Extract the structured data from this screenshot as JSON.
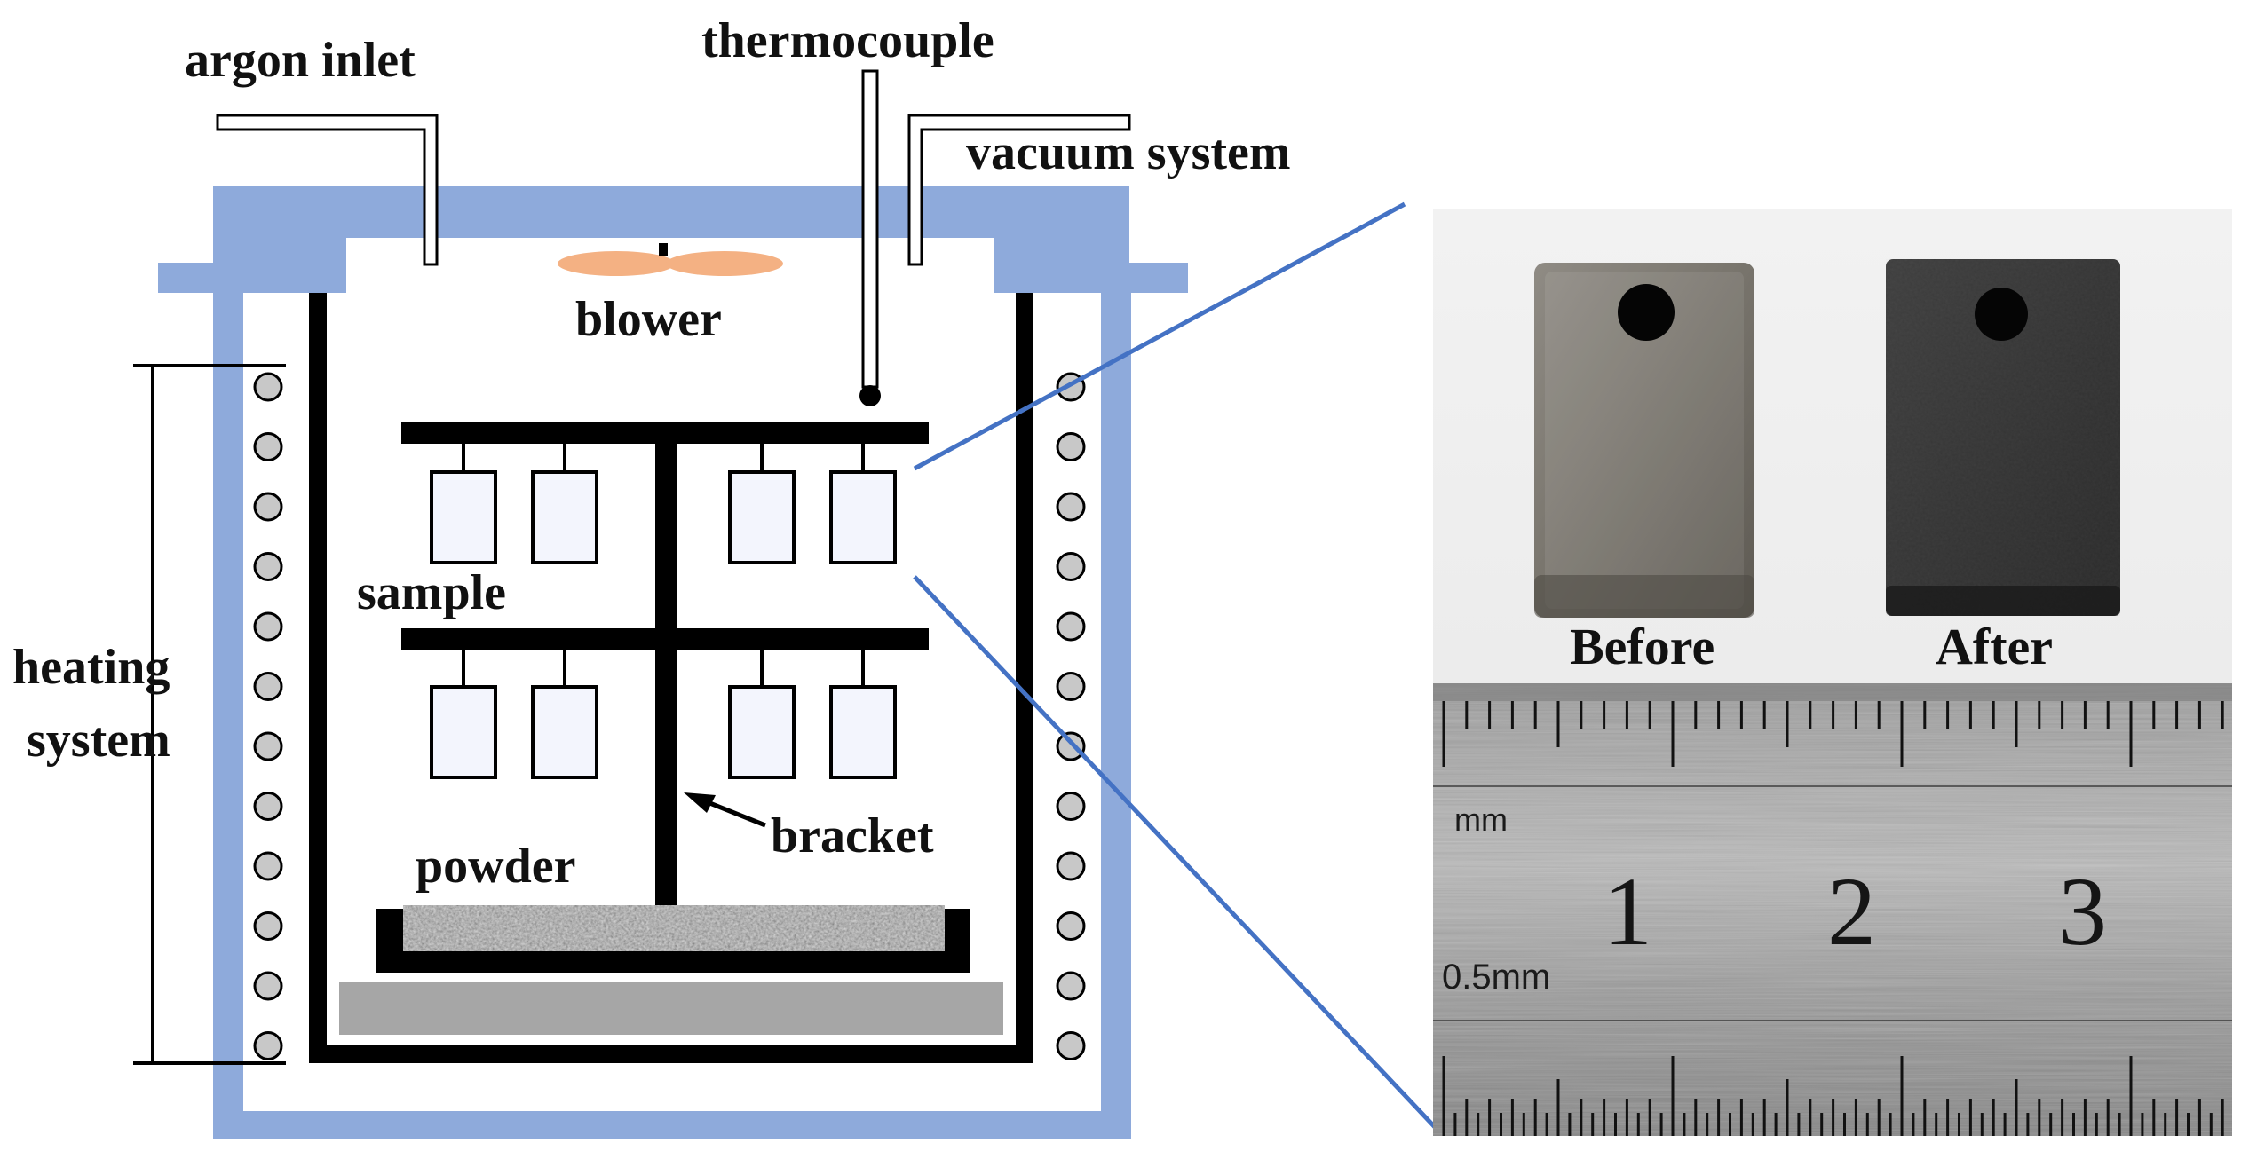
{
  "labels": {
    "argon_inlet": "argon inlet",
    "thermocouple": "thermocouple",
    "vacuum_system": "vacuum system",
    "blower": "blower",
    "sample": "sample",
    "heating": "heating",
    "system": "system",
    "bracket": "bracket",
    "powder": "powder"
  },
  "photo": {
    "before": "Before",
    "after": "After",
    "ruler_unit_top": "mm",
    "ruler_unit_bottom": "0.5mm",
    "ruler_numbers": [
      "1",
      "2",
      "3"
    ]
  },
  "colors": {
    "furnace_wall": "#8eaadb",
    "coil": "#c8c8c8",
    "sample_fill": "#f3f5fd",
    "powder_dark": "#7a7a7a",
    "base_plate": "#a6a6a6",
    "blower": "#f4b183",
    "callout": "#4472c4"
  }
}
